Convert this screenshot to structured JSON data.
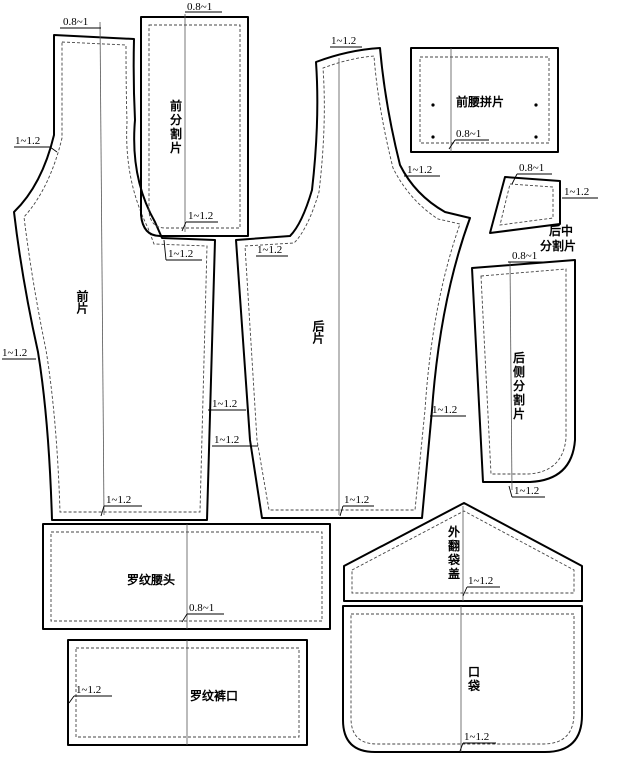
{
  "pieces": {
    "front": "前片",
    "front_split": [
      "前",
      "分",
      "割",
      "片"
    ],
    "back": "后片",
    "front_waist_joint": "前腰拼片",
    "back_center_split_1": "后中",
    "back_center_split_2": "分割片",
    "back_side_split": [
      "后",
      "侧",
      "分",
      "割",
      "片"
    ],
    "pocket_flap": [
      "外",
      "翻",
      "袋",
      "盖"
    ],
    "rib_waistband": "罗纹腰头",
    "rib_cuff": "罗纹裤口",
    "pocket": [
      "口",
      "袋"
    ]
  },
  "allowances": {
    "a08": "0.8~1",
    "a12": "1~1.2"
  }
}
